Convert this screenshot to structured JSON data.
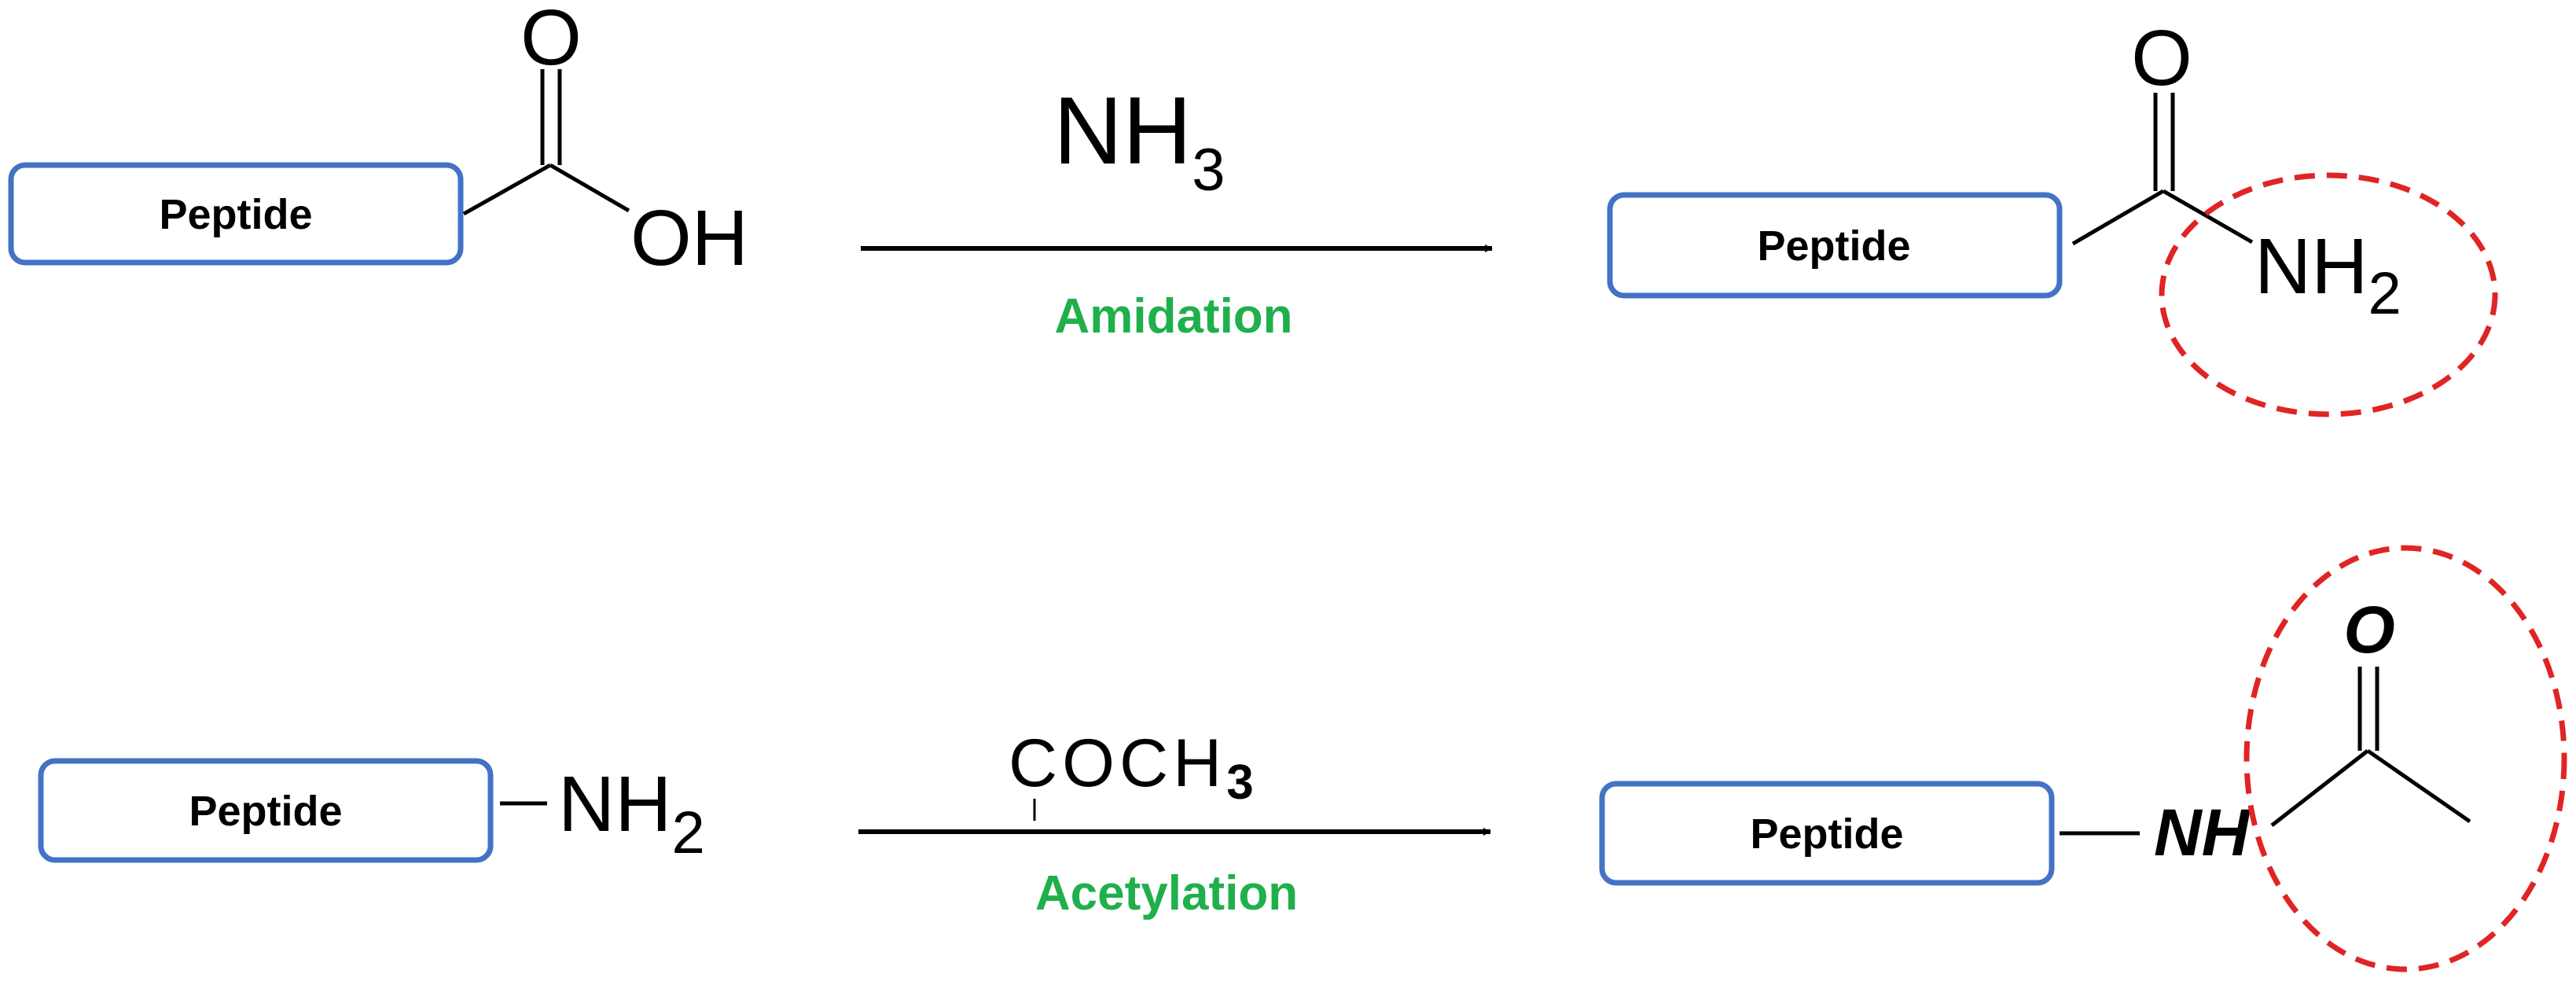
{
  "colors": {
    "box_border": "#4472c4",
    "reaction_label": "#1fb04c",
    "highlight_circle": "#e02424",
    "ink": "#000000"
  },
  "reaction1": {
    "reactant": {
      "box_label": "Peptide",
      "carbonyl_o": "O",
      "hydroxyl": "OH"
    },
    "reagent": {
      "main": "NH",
      "subscript": "3"
    },
    "label": "Amidation",
    "product": {
      "box_label": "Peptide",
      "carbonyl_o": "O",
      "amide_n": "NH",
      "amide_sub": "2"
    }
  },
  "reaction2": {
    "reactant": {
      "box_label": "Peptide",
      "amine": "NH",
      "amine_sub": "2"
    },
    "reagent": {
      "main": "COCH",
      "subscript": "3"
    },
    "label": "Acetylation",
    "product": {
      "box_label": "Peptide",
      "carbonyl_o": "O",
      "amide_nh": "NH"
    }
  }
}
